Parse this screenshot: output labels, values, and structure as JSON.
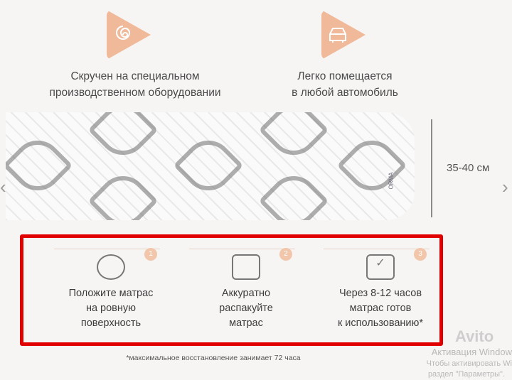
{
  "features": [
    {
      "icon": "spiral-icon",
      "text_line1": "Скручен на специальном",
      "text_line2": "производственном оборудовании"
    },
    {
      "icon": "car-icon",
      "text_line1": "Легко помещается",
      "text_line2": "в любой автомобиль"
    }
  ],
  "roll": {
    "height_label": "35-40 см",
    "brand_tag": "ORMA"
  },
  "steps": [
    {
      "number": "1",
      "line1": "Положите матрас",
      "line2": "на ровную",
      "line3": "поверхность",
      "icon": "mattress-unroll-icon"
    },
    {
      "number": "2",
      "line1": "Аккуратно",
      "line2": "распакуйте",
      "line3": "матрас",
      "icon": "mattress-icon"
    },
    {
      "number": "3",
      "line1": "Через 8-12 часов",
      "line2": "матрас готов",
      "line3": "к использованию*",
      "icon": "mattress-check-icon"
    }
  ],
  "footnote": "*максимальное восстановление занимает 72 часа",
  "watermark": {
    "line1": "Активация Window",
    "line2": "Чтобы активировать Wi",
    "line3": "раздел \"Параметры\".",
    "logo": "Avito"
  },
  "colors": {
    "accent": "#f0b999",
    "highlight_border": "#e00000"
  },
  "nav": {
    "prev": "‹",
    "next": "›"
  }
}
